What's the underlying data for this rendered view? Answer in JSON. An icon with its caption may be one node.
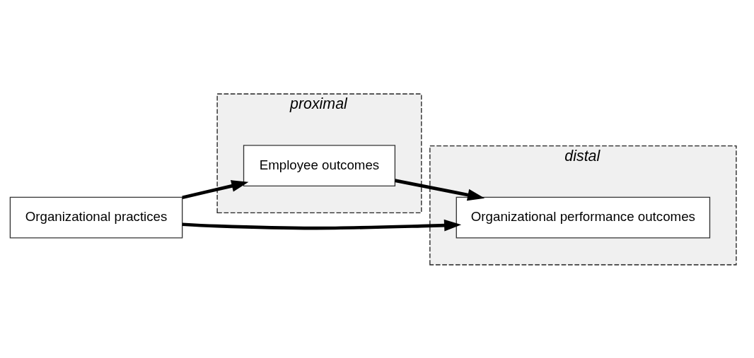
{
  "diagram": {
    "nodes": [
      {
        "text": [
          "Organizational practices"
        ]
      },
      {
        "text": [
          "proximal"
        ]
      },
      {
        "text": [
          "Employee outcomes"
        ],
        "in": 1
      },
      {
        "text": [
          "distal"
        ]
      },
      {
        "text": [
          "Organizational performance outcomes"
        ],
        "in": 3
      }
    ],
    "edges": [
      {
        "from": 0,
        "to": 4,
        "arrow": "to"
      },
      {
        "from": 0,
        "to": 2,
        "arrow": "to"
      },
      {
        "from": 2,
        "to": 4,
        "arrow": "to"
      }
    ]
  }
}
